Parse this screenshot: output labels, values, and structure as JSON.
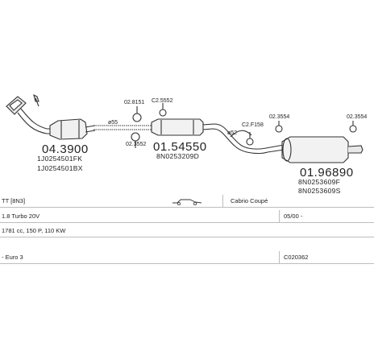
{
  "parts": {
    "p1": {
      "number": "04.3900",
      "oe1": "1J0254501FK",
      "oe2": "1J0254501BX"
    },
    "p2": {
      "number": "01.54550",
      "oe1": "8N0253209D",
      "ref_a": "02.8151",
      "ref_b": "C2.5552",
      "ref_c": "02.3552"
    },
    "p3": {
      "number": "01.96890",
      "oe1": "8N0253609F",
      "oe2": "8N0253609S",
      "ref_a": "C2.F158",
      "ref_b": "02.3554",
      "ref_c": "02.3554"
    }
  },
  "diameters": {
    "d1": "ø55",
    "d2": "ø52"
  },
  "rows": {
    "r1": {
      "model": "TT  [8N3]",
      "body": "Cabrio Coupé"
    },
    "r2": {
      "engine": "1.8 Turbo 20V",
      "date": "05/00 -"
    },
    "r3": {
      "spec": "1781 cc, 150 P, 110 KW"
    },
    "r4": {
      "norm": "- Euro 3",
      "code": "C020362"
    }
  }
}
